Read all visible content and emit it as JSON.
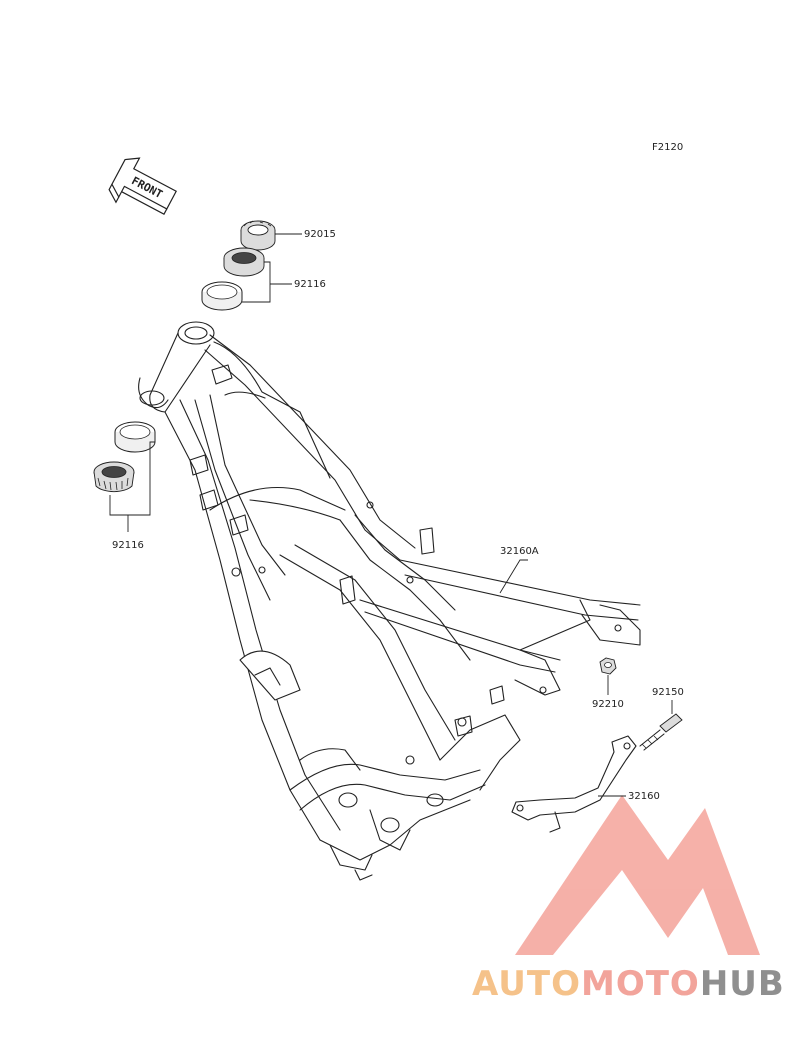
{
  "figure_code": "F2120",
  "front_marker": "FRONT",
  "parts": {
    "nut": "92015",
    "bearing_upper": "92116",
    "bearing_lower": "92116",
    "sub_frame": "32160A",
    "nut_small": "92210",
    "bolt": "92150",
    "bracket": "32160"
  },
  "watermark": {
    "part1": "AUTO",
    "part2": "MOTO",
    "part3": "HUB",
    "color_part1": "#f5c28a",
    "color_part2": "#f2a49b",
    "color_part3": "#8f8f8f",
    "logo_color": "#f4a39a"
  }
}
